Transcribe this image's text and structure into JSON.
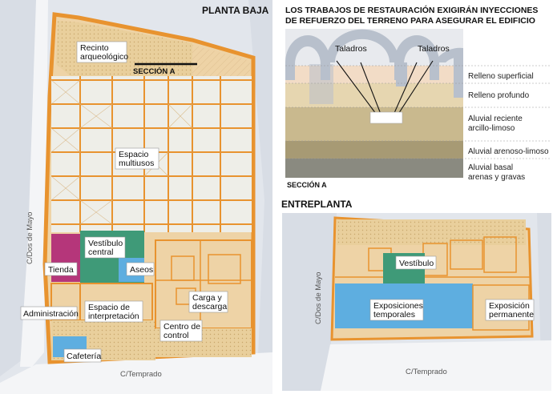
{
  "ground_floor": {
    "title": "PLANTA BAJA",
    "section_label": "SECCIÓN A",
    "street_left": "C/Dos de Mayo",
    "street_bottom": "C/Temprado",
    "rooms": {
      "recinto": [
        "Recinto",
        "arqueológico"
      ],
      "espacio": [
        "Espacio",
        "multiusos"
      ],
      "vestibulo": [
        "Vestíbulo",
        "central"
      ],
      "tienda": "Tienda",
      "aseos": "Aseos",
      "administracion": "Administración",
      "interpretacion": [
        "Espacio de",
        "interpretación"
      ],
      "carga": [
        "Carga y",
        "descarga"
      ],
      "centro": [
        "Centro de",
        "control"
      ],
      "cafeteria": "Cafetería"
    }
  },
  "section": {
    "title_line1": "LOS TRABAJOS DE RESTAURACIÓN EXIGIRÁN INYECCIONES",
    "title_line2": "DE REFUERZO DEL TERRENO PARA ASEGURAR EL EDIFICIO",
    "drill_label": "Taladros",
    "label": "SECCIÓN A",
    "strata": [
      {
        "name": "Relleno superficial",
        "color": "#f2dcc6"
      },
      {
        "name": "Relleno profundo",
        "color": "#e6d6b0"
      },
      {
        "name": [
          "Aluvial reciente",
          "arcillo-limoso"
        ],
        "color": "#c9b98e"
      },
      {
        "name": "Aluvial arenoso-limoso",
        "color": "#a79a74"
      },
      {
        "name": [
          "Aluvial basal",
          "arenas y gravas"
        ],
        "color": "#8a8a80"
      }
    ]
  },
  "mezzanine": {
    "title": "ENTREPLANTA",
    "street_left": "C/Dos de Mayo",
    "street_bottom": "C/Temprado",
    "rooms": {
      "vestibulo": "Vestíbulo",
      "temporales": [
        "Exposiciones",
        "temporales"
      ],
      "permanente": [
        "Exposición",
        "permanente"
      ]
    }
  },
  "colors": {
    "wall": "#e8932f",
    "floor": "#eed3a6",
    "hall": "#eeeee8",
    "green": "#3f9a78",
    "magenta": "#b5367a",
    "blue": "#5eaee0",
    "street": "#e2e6ec"
  }
}
